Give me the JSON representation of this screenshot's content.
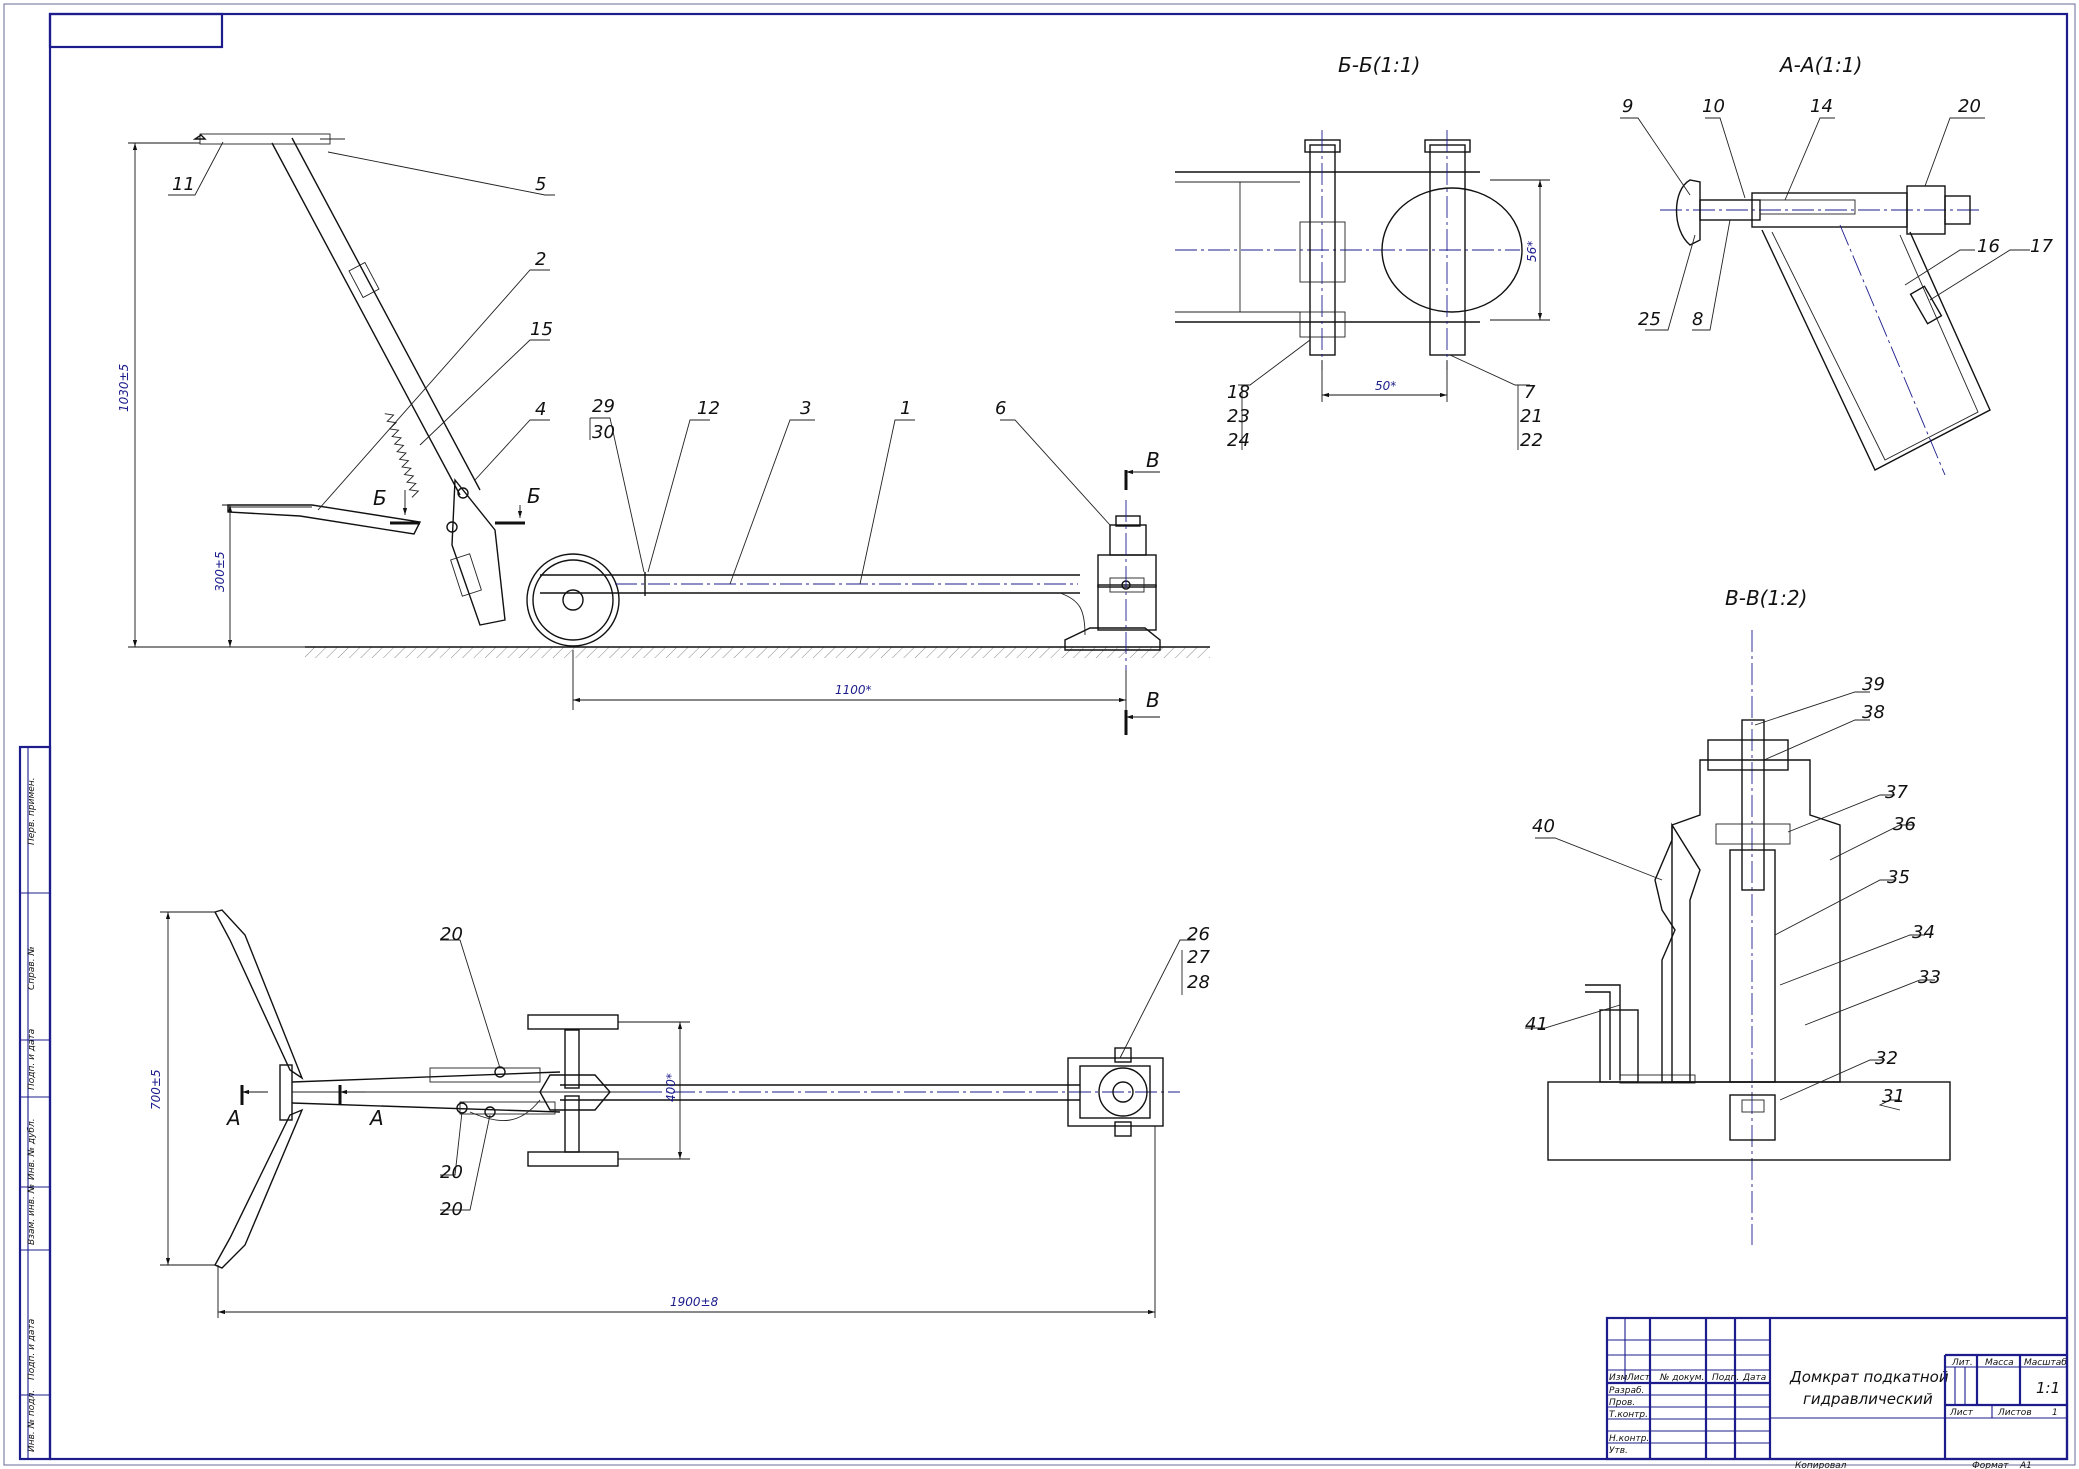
{
  "title_block": {
    "name_line1": "Домкрат подкатной",
    "name_line2": "гидравлический",
    "header_cells": [
      "Изм",
      "Лист",
      "№ докум.",
      "Подп.",
      "Дата"
    ],
    "role_rows": [
      "Разраб.",
      "Пров.",
      "Т.контр.",
      "Н.контр.",
      "Утв."
    ],
    "lit_label": "Лит.",
    "mass_label": "Масса",
    "scale_label": "Масштаб",
    "scale_value": "1:1",
    "sheet_label": "Лист",
    "sheets_label": "Листов",
    "sheets_value": "1",
    "copied_label": "Копировал",
    "format_label": "Формат",
    "format_value": "А1"
  },
  "side_strip": [
    "Перв. примен.",
    "Справ. №",
    "Подп. и дата",
    "Инв. № дубл.",
    "Взам. инв. №",
    "Подп. и дата",
    "Инв. № подл."
  ],
  "sections": {
    "bb_title": "Б-Б(1:1)",
    "aa_title": "А-А(1:1)",
    "vv_title": "В-В(1:2)"
  },
  "cut_marks": {
    "b_left": "Б",
    "b_right": "Б",
    "v_top": "В",
    "v_bottom": "В",
    "a_left": "А",
    "a_right": "А"
  },
  "dimensions": {
    "height_total": "1030±5",
    "height_low": "300±5",
    "wheelbase": "1100*",
    "width_handle": "700±5",
    "length_total": "1900±8",
    "track": "400*",
    "bb_height": "56*",
    "bb_width": "50*"
  },
  "callouts": {
    "side": [
      "11",
      "5",
      "2",
      "15",
      "4",
      "29",
      "30",
      "12",
      "3",
      "1",
      "6"
    ],
    "bb": [
      "18",
      "23",
      "24",
      "7",
      "21",
      "22"
    ],
    "aa": [
      "9",
      "10",
      "14",
      "20",
      "16",
      "17",
      "25",
      "8"
    ],
    "vv": [
      "39",
      "38",
      "37",
      "36",
      "35",
      "34",
      "33",
      "32",
      "31",
      "40",
      "41"
    ],
    "plan": [
      "20",
      "26",
      "27",
      "28",
      "20",
      "20"
    ]
  }
}
